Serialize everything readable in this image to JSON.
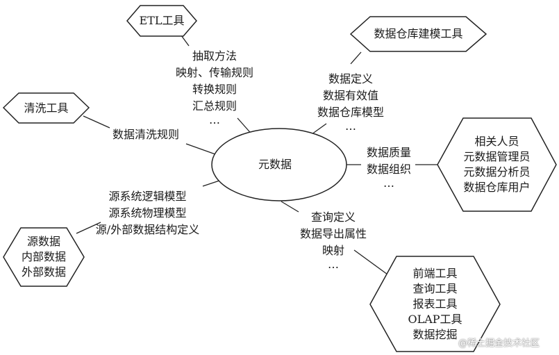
{
  "center_label": "元数据",
  "etl_tools": {
    "title": "ETL工具",
    "items": [
      "抽取方法",
      "映射、传输规则",
      "转换规则",
      "汇总规则",
      "…"
    ]
  },
  "dw_modeling": {
    "title": "数据仓库建模工具",
    "items": [
      "数据定义",
      "数据有效值",
      "数据仓库模型",
      "…"
    ]
  },
  "cleaning": {
    "title": "清洗工具",
    "items": [
      "数据清洗规则"
    ]
  },
  "people": {
    "items": [
      "相关人员",
      "元数据管理员",
      "元数据分析员",
      "数据仓库用户"
    ],
    "links": [
      "数据质量",
      "数据组织",
      "…"
    ]
  },
  "source": {
    "items": [
      "源数据",
      "内部数据",
      "外部数据"
    ],
    "links": [
      "源系统逻辑模型",
      "源系统物理模型",
      "源/外部数据结构定义"
    ]
  },
  "frontend": {
    "items": [
      "前端工具",
      "查询工具",
      "报表工具",
      "OLAP工具",
      "数据挖掘"
    ],
    "links": [
      "查询定义",
      "数据导出属性",
      "映射",
      "…"
    ]
  },
  "watermark": "@稀土掘金技术社区",
  "colors": {
    "stroke": "#222222",
    "text": "#1a1a1a",
    "background": "#ffffff"
  }
}
